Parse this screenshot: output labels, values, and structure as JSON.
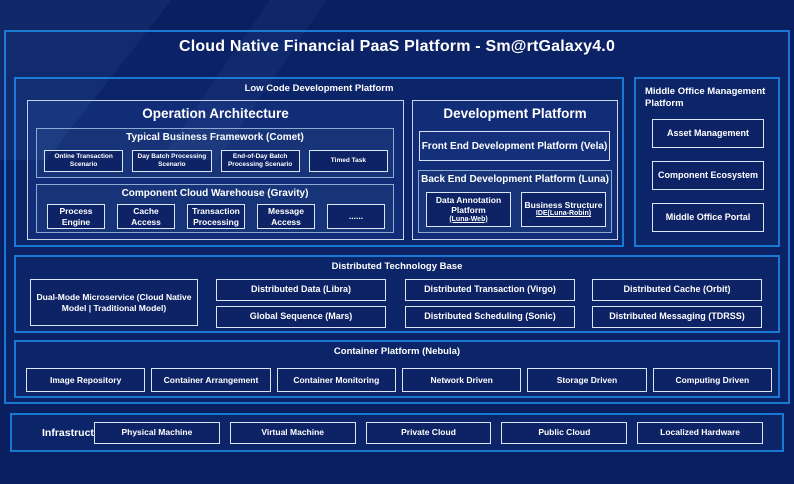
{
  "title": "Cloud Native Financial PaaS Platform - Sm@rtGalaxy4.0",
  "colors": {
    "page_bg": "#0a1f5f",
    "panel_bg": "#0c2569",
    "accent_border": "#1878d2",
    "inner_border": "#c9d6ec",
    "leaf_border": "#dbe6f5",
    "text": "#ffffff"
  },
  "low_code": {
    "label": "Low Code Development Platform",
    "operation_architecture": {
      "title": "Operation Architecture",
      "comet": {
        "title": "Typical Business Framework (Comet)",
        "items": [
          "Online Transaction Scenario",
          "Day Batch Processing Scenario",
          "End-of-Day Batch Processing Scenario",
          "Timed Task"
        ]
      },
      "gravity": {
        "title": "Component Cloud Warehouse (Gravity)",
        "items": [
          "Process Engine",
          "Cache Access",
          "Transaction Processing",
          "Message Access",
          "......"
        ]
      }
    },
    "development_platform": {
      "title": "Development Platform",
      "front_end": "Front End Development Platform (Vela)",
      "back_end": {
        "title": "Back End Development Platform (Luna)",
        "items": [
          {
            "name": "Data Annotation Platform",
            "sub": "(Luna-Web)"
          },
          {
            "name": "Business Structure",
            "sub": "IDE(Luna-Robin)"
          }
        ]
      }
    }
  },
  "middle_office": {
    "label": "Middle Office Management Platform",
    "items": [
      "Asset Management",
      "Component Ecosystem",
      "Middle Office Portal"
    ]
  },
  "distributed": {
    "label": "Distributed Technology Base",
    "dual_mode": "Dual-Mode Microservice (Cloud Native Model | Traditional Model)",
    "columns": [
      [
        "Distributed Data (Libra)",
        "Global Sequence (Mars)"
      ],
      [
        "Distributed Transaction (Virgo)",
        "Distributed Scheduling (Sonic)"
      ],
      [
        "Distributed Cache (Orbit)",
        "Distributed Messaging (TDRSS)"
      ]
    ]
  },
  "container_platform": {
    "label": "Container Platform (Nebula)",
    "items": [
      "Image Repository",
      "Container Arrangement",
      "Container Monitoring",
      "Network Driven",
      "Storage Driven",
      "Computing Driven"
    ]
  },
  "infrastructure": {
    "label": "Infrastructure",
    "items": [
      "Physical Machine",
      "Virtual Machine",
      "Private Cloud",
      "Public Cloud",
      "Localized Hardware"
    ]
  }
}
